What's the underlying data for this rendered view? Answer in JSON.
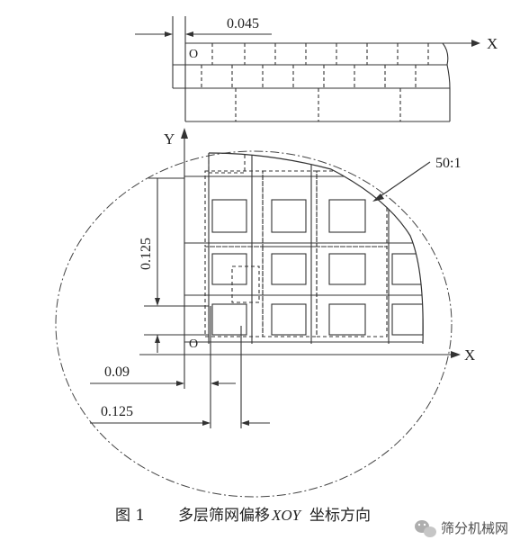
{
  "top_view": {
    "dim_label": "0.045",
    "origin_label": "O",
    "x_axis_label": "X"
  },
  "detail_view": {
    "y_axis_label": "Y",
    "x_axis_label": "X",
    "origin_label": "O",
    "scale_label": "50:1",
    "dim_vertical": "0.125",
    "dim_h1": "0.09",
    "dim_h2": "0.125"
  },
  "caption": {
    "prefix": "图 1",
    "text_cn1": "多层筛网偏移",
    "text_xoy": "XOY",
    "text_cn2": "坐标方向"
  },
  "watermark": {
    "text": "筛分机械网",
    "icon": "wechat-icon"
  }
}
